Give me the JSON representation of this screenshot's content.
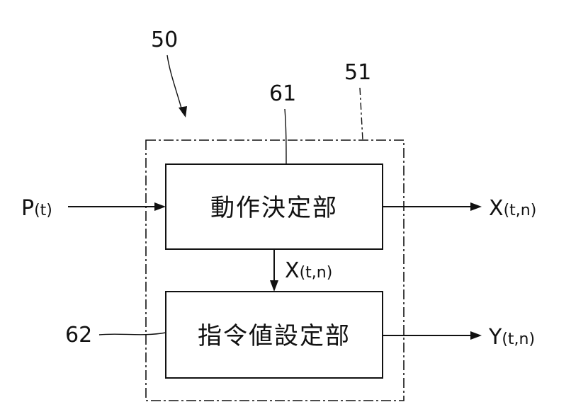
{
  "refs": {
    "device": "50",
    "controller": "51",
    "motion_block": "61",
    "command_block": "62"
  },
  "blocks": {
    "motion_determination": "動作決定部",
    "command_value_setting": "指令値設定部"
  },
  "signals": {
    "input": {
      "main": "P",
      "arg": "(t)"
    },
    "output_x": {
      "main": "X",
      "arg": "(t,n)"
    },
    "internal_x": {
      "main": "X",
      "arg": "(t,n)"
    },
    "output_y": {
      "main": "Y",
      "arg": "(t,n)"
    }
  }
}
